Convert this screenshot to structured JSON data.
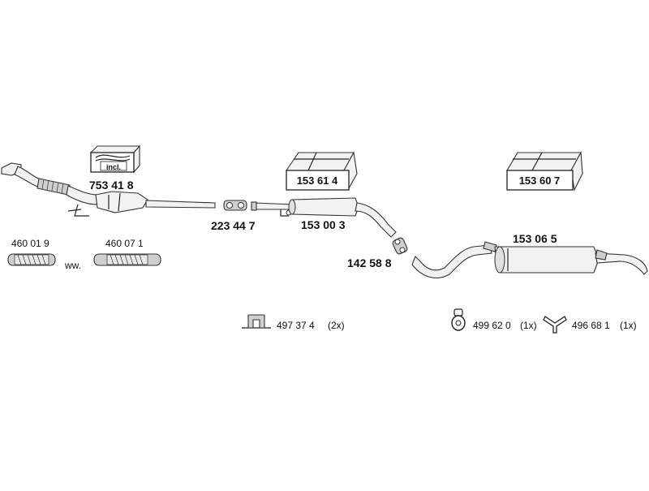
{
  "parts": {
    "front_pipe_kit": {
      "number": "753 41 8",
      "badge": "incl."
    },
    "clamp_front": {
      "number": "223 44 7"
    },
    "middle_silencer": {
      "number": "153 00 3"
    },
    "mounting_kit_middle": {
      "number": "153 61 4"
    },
    "clamp_rear": {
      "number": "142 58 8"
    },
    "rear_silencer": {
      "number": "153 06 5"
    },
    "mounting_kit_rear": {
      "number": "153 60 7"
    },
    "flex_pipe_a": {
      "number": "460 01 9"
    },
    "flex_pipe_b": {
      "number": "460 07 1"
    },
    "flex_separator": "ww.",
    "bracket": {
      "number": "497 37 4",
      "qty": "(2x)"
    },
    "rubber_mount": {
      "number": "499 62 0",
      "qty": "(1x)"
    },
    "hanger": {
      "number": "496 68 1",
      "qty": "(1x)"
    }
  },
  "colors": {
    "line": "#222222",
    "fill_light": "#f2f2f2",
    "fill_dark": "#cfcfcf"
  }
}
